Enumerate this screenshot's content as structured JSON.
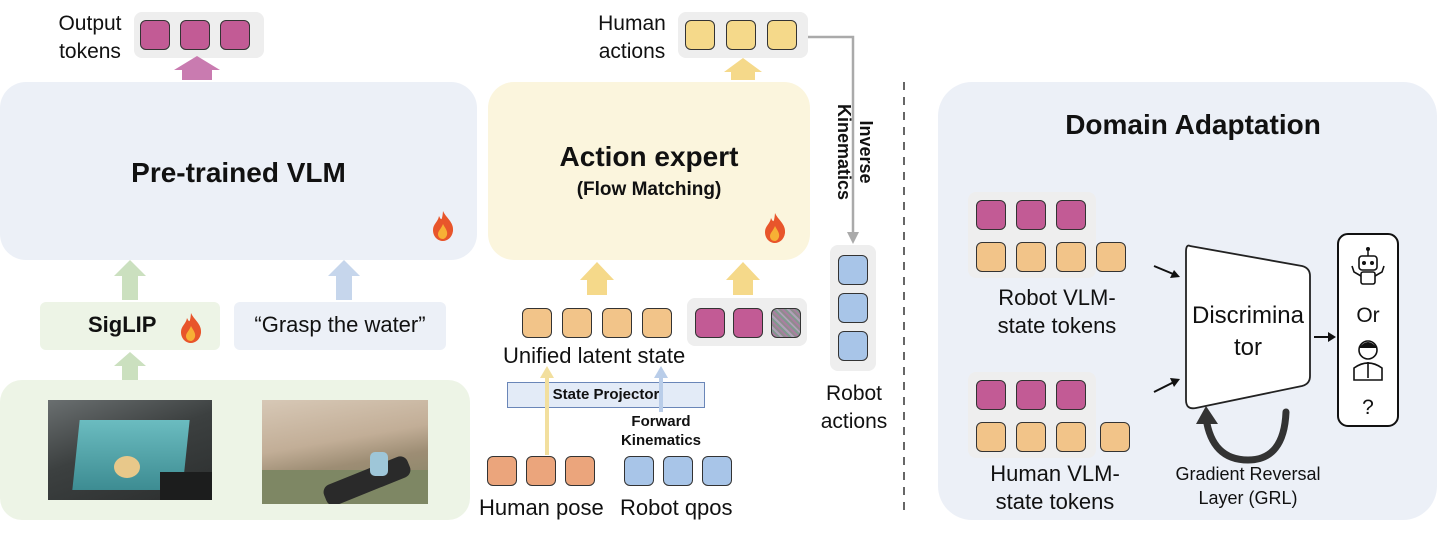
{
  "vlm": {
    "output_label_line1": "Output",
    "output_label_line2": "tokens",
    "title": "Pre-trained VLM",
    "siglip": "SigLIP",
    "instruction": "“Grasp the water”"
  },
  "action": {
    "human_actions_line1": "Human",
    "human_actions_line2": "actions",
    "title": "Action expert",
    "subtitle": "(Flow Matching)",
    "ik_line1": "Inverse",
    "ik_line2": "Kinematics",
    "robot_actions_line1": "Robot",
    "robot_actions_line2": "actions",
    "unified_state": "Unified latent state",
    "state_projector": "State Projector",
    "fk_line1": "Forward",
    "fk_line2": "Kinematics",
    "human_pose": "Human pose",
    "robot_qpos": "Robot qpos"
  },
  "domain": {
    "title": "Domain Adaptation",
    "robot_tokens_line1": "Robot VLM-",
    "robot_tokens_line2": "state tokens",
    "human_tokens_line1": "Human VLM-",
    "human_tokens_line2": "state tokens",
    "discriminator_line1": "Discrimina",
    "discriminator_line2": "tor",
    "or_label": "Or",
    "question": "?",
    "grl_line1": "Gradient Reversal",
    "grl_line2": "Layer (GRL)"
  },
  "colors": {
    "vlm_panel": "#ecf0f7",
    "action_panel": "#fbf5dd",
    "image_panel": "#edf4e6",
    "pink_token": "#c25b95",
    "yellow_token": "#f5d98a",
    "blue_token": "#a8c5e8"
  },
  "icons": [
    "fire-icon",
    "robot-icon",
    "human-icon",
    "curved-arrow-icon"
  ]
}
